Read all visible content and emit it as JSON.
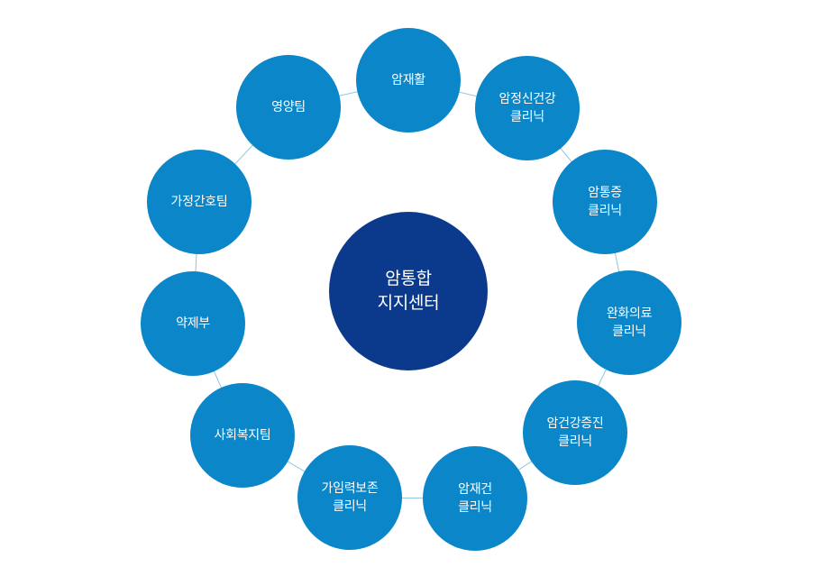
{
  "colors": {
    "outer_fill": "#0a86c9",
    "center_fill": "#0b3a8c",
    "ring_line": "#8fc4e3"
  },
  "center": {
    "lines": [
      "암통합",
      "지지센터"
    ]
  },
  "nodes": [
    {
      "lines": [
        "암재활"
      ]
    },
    {
      "lines": [
        "암정신건강",
        "클리닉"
      ]
    },
    {
      "lines": [
        "암통증",
        "클리닉"
      ]
    },
    {
      "lines": [
        "완화의료",
        "클리닉"
      ]
    },
    {
      "lines": [
        "암건강증진",
        "클리닉"
      ]
    },
    {
      "lines": [
        "암재건",
        "클리닉"
      ]
    },
    {
      "lines": [
        "가임력보존",
        "클리닉"
      ]
    },
    {
      "lines": [
        "사회복지팀"
      ]
    },
    {
      "lines": [
        "약제부"
      ]
    },
    {
      "lines": [
        "가정간호팀"
      ]
    },
    {
      "lines": [
        "영양팀"
      ]
    }
  ]
}
